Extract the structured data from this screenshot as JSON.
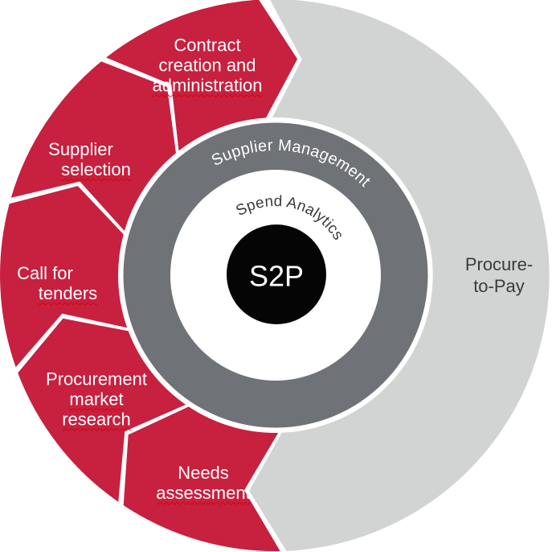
{
  "diagram": {
    "center": {
      "label": "S2P"
    },
    "rings": {
      "middle_label": "Supplier Management",
      "inner_label": "Spend Analytics"
    },
    "procure_to_pay": {
      "line1": "Procure-",
      "line2": "to-Pay"
    },
    "segments": {
      "needs": {
        "line1": "Needs",
        "line2": "assessment"
      },
      "procurement": {
        "line1": "Procurement",
        "line2": "market",
        "line3": "research"
      },
      "call": {
        "line1": "Call for",
        "line2": "tenders"
      },
      "supplier": {
        "line1": "Supplier",
        "line2": "selection"
      },
      "contract": {
        "line1": "Contract",
        "line2": "creation and",
        "line3": "administration"
      }
    },
    "colors": {
      "red": "#C8203F",
      "light_gray": "#D2D3D3",
      "dark_gray": "#6F7277",
      "center_black": "#050505",
      "text_dark": "#3B3B3B",
      "text_light": "#FFFFFF"
    }
  }
}
